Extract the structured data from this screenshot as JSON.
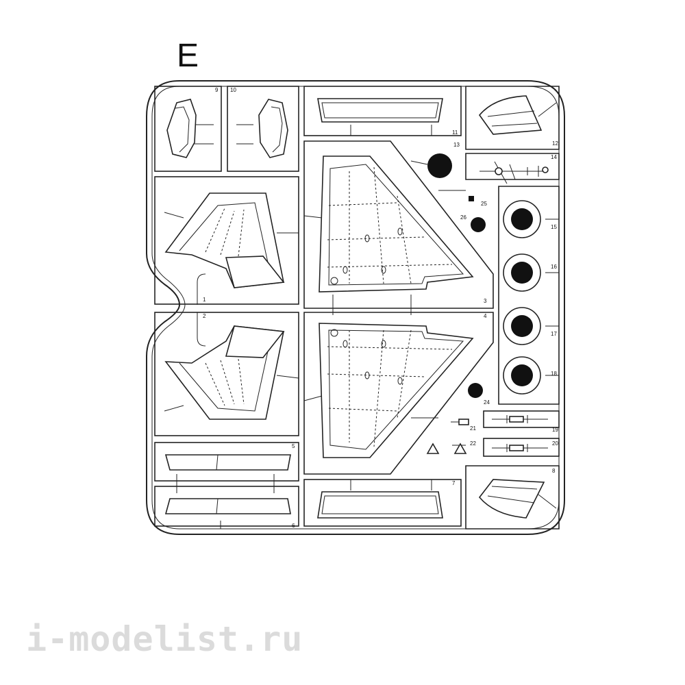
{
  "sprue": {
    "letter": "E",
    "part_numbers": [
      "1",
      "2",
      "3",
      "4",
      "5",
      "6",
      "7",
      "8",
      "9",
      "10",
      "11",
      "12",
      "13",
      "14",
      "15",
      "16",
      "17",
      "18",
      "19",
      "20",
      "21",
      "22",
      "24",
      "25",
      "26"
    ]
  },
  "watermark": "i-modelist.ru"
}
